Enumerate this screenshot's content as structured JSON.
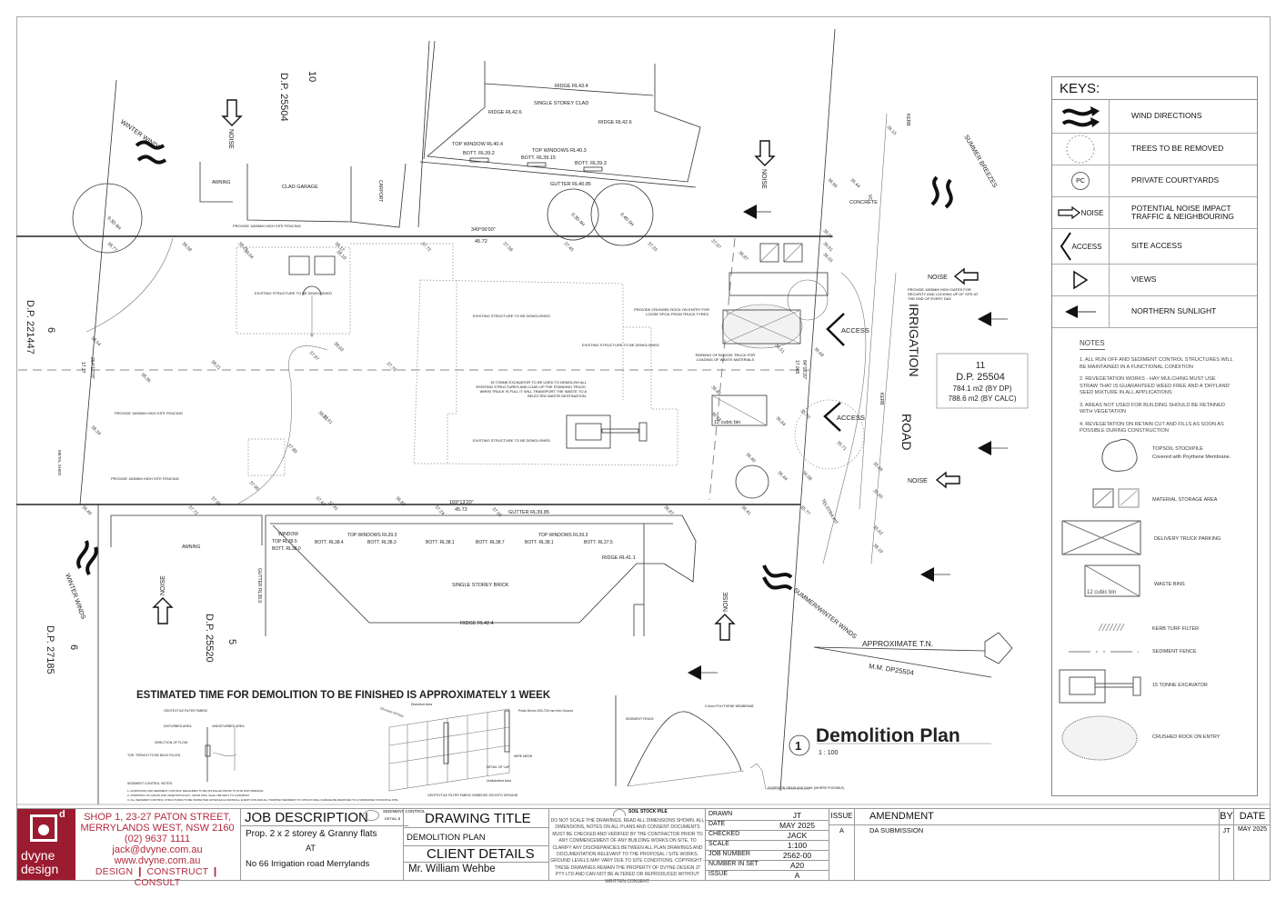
{
  "drawing": {
    "title": "Demolition Plan",
    "scale": "1 : 100",
    "detail_number": "1",
    "banner": "ESTIMATED TIME FOR DEMOLITION TO BE FINISHED IS APPROXIMATELY 1 WEEK",
    "north": {
      "label": "APPROXIMATE T.N.",
      "sub": "M.M. DP25504"
    },
    "road": {
      "line1": "IRRIGATION",
      "line2": "ROAD"
    },
    "lots": {
      "north": {
        "lot": "10",
        "dp": "D.P. 25504"
      },
      "west": {
        "lot": "6",
        "dp": "D.P. 221447"
      },
      "southwest": {
        "lot": "6",
        "dp": "D.P. 27185"
      },
      "south": {
        "lot": "5",
        "dp": "D.P. 25520"
      },
      "subject": {
        "lot": "11",
        "dp": "D.P. 25504",
        "area_dp": "784.1 m2  (BY DP)",
        "area_calc": "788.6 m2  (BY CALC)"
      }
    },
    "labels": {
      "winter_winds": "WINTER WINDS",
      "summer_breezes": "SUMMER BREEZES",
      "summer_winter_winds": "SUMMER/WINTER WINDS",
      "noise": "NOISE",
      "access": "ACCESS",
      "awning": "AWNING",
      "clad_garage": "CLAD GARAGE",
      "carport": "CARPORT",
      "concrete": "CONCRETE",
      "metal_shed": "METAL SHED",
      "single_storey_clad": "SINGLE STOREY CLAD",
      "single_storey_brick": "SINGLE STOREY BRICK",
      "ridge_43_4": "RIDGE RL43.4",
      "ridge_42_6": "RIDGE RL42.6",
      "ridge_42_4": "RIDGE RL42.4",
      "ridge_41_1": "RIDGE RL41.1",
      "gutter_40_85": "GUTTER RL40.85",
      "gutter_39_85": "GUTTER RL39.85",
      "gutter_39_9": "GUTTER RL39.9",
      "top_window_40_4": "TOP WINDOW RL40.4",
      "bott_39_2": "BOTT. RL39.2",
      "top_windows_40_3": "TOP WINDOWS RL40.3",
      "bott_39_15": "BOTT. RL39.15",
      "bott_39_3": "BOTT. RL39.3",
      "window": "WINDOW",
      "top_39_5": "TOP RL39.5",
      "bott_38_0": "BOTT. RL38.0",
      "bott_38_4": "BOTT. RL38.4",
      "top_windows_39_3": "TOP  WINDOWS  RL39.3",
      "bott_38_3": "BOTT. RL38.3",
      "bott_38_1": "BOTT. RL38.1",
      "bott_38_7": "BOTT. RL38.7",
      "bott_37_5": "BOTT. RL37.5",
      "bearing_north": "349°06'00\"",
      "bearing_south": "169°13'20\"",
      "bearing_west": "264°10'20\"",
      "bearing_east": "84°10'20\"",
      "len_45_72": "45.72",
      "len_17_27": "17.27",
      "len_17_965": "17.965",
      "existing_structure": "EXISTING STRUCTURE TO BE DEMOLISHED",
      "provide_fencing": "PROVIDE 1800MM HIGH SITE FENCING",
      "crushed_rock_note": "PROVIDE CRUSHED ROCK ON ENTRY FOR LOOSE SPOIL FROM TRUCK TYRES.",
      "truck_parking_note": "PARKING OF BOGGIE TRUCK FOR LOADING OF WASTE MATERIALS",
      "excavator_note": "15 TONNE EXCAVATOR TO BE USED TO DEMOLISH ALL EXISTING STRUCTURES AND LOAD UP THE STANDING TRUCK. WHEN TRUCK IS FULL IT WILL TRANSPORT THE WASTE TO A SELECTED WASTE DESTINATION.",
      "gates_note": "PROVIDE 1800MM HIGH GATES FOR SECURITY AND LOCKING UP OF SITE AT THE END OF EVERY DAY.",
      "bin": "12 cubic bin",
      "kerb": "KERB",
      "vc": "VC",
      "hyd": "HYD",
      "telstra_pit": "TELSTRA PIT",
      "bm": "BM CUT IN KERB RL 36.15",
      "sw_pit": "SW PIT",
      "tree_1": "0.3D 6H",
      "tree_2": "0.3D 4H",
      "tree_3": "0.4D 5H"
    },
    "spot_levels": [
      "38.77",
      "38.58",
      "38.25",
      "38.04",
      "38.12",
      "38.10",
      "37.72",
      "37.58",
      "37.45",
      "37.25",
      "37.07",
      "36.87",
      "36.55",
      "36.61",
      "36.57",
      "36.66",
      "36.44",
      "36.15",
      "38.54",
      "38.21",
      "38.36",
      "37.97",
      "37.79",
      "38.01",
      "38.03",
      "37.61",
      "38.34",
      "37.80",
      "37.90",
      "37.95",
      "37.72",
      "37.43",
      "37.41",
      "37.24",
      "37.55",
      "36.83",
      "36.87",
      "36.85",
      "36.78",
      "36.51",
      "36.68",
      "36.64",
      "36.40",
      "36.44",
      "36.08",
      "35.73",
      "35.71",
      "35.66",
      "35.65",
      "35.62",
      "38.19",
      "36.49",
      "36.41",
      "35.77"
    ],
    "details": {
      "silt_fence": {
        "labels": [
          "GEOTEXTILE FILTER FABRIC",
          "DISTURBED AREA",
          "UNDISTURBED AREA",
          "DIRECTION OF FLOW",
          "TOE: TRENCH TO BE BACK FILLED",
          "100",
          "200",
          "500 min",
          "POSTS DRIVEN 500-700 INTO GROUND"
        ],
        "notes_title": "SEDIMENT CONTROL NOTES:",
        "notes": [
          "1- All EROSION AND SEDIMENT CONTROL MEASURES TO BE INSTALLED PRIOR TO SITE DISTURBANCE.",
          "2- STRIPPING OF GRASS AND VEGETATION ETC. FROM SITE, SHALL BE KEPT TO A MINIMUM.",
          "3- ALL SEDIMENT CONTROL STRUCTURES TO BE INSPECTED AFTER EACH RAINFALL EVENT FOR AND ALL TRAPPED SEDIMENT TO STRUCTURAL DAMAGE BE REMOVED TO A NOMINATED STOCKPILE SITE."
        ]
      },
      "wire_fence": {
        "labels": [
          "Disturbed Area",
          "Direction Of Flow",
          "2000 MAX.",
          "Posts Driven 500-700 mm Into Ground",
          "WIRE MESH",
          "DETAIL OF LAP",
          "Undisturbed Area",
          "GEOTEXTILE FILTER FABRIC EMBEDED 200 INTO GROUND",
          "MIN. 150",
          "200"
        ]
      },
      "stockpile": {
        "labels": [
          "SEDIMENT FENCE",
          "0.2mm POLYTHENE MEMBRANE",
          "100mm Dp",
          "DIVERSION DRAIN AND BANK (WHERE POSSIBLE)"
        ]
      }
    }
  },
  "keys": {
    "title": "KEYS:",
    "items": [
      {
        "icon": "wind-directions-icon",
        "label": "WIND DIRECTIONS"
      },
      {
        "icon": "tree-removed-icon",
        "label": "TREES TO BE REMOVED"
      },
      {
        "icon": "private-courtyard-icon",
        "symbol": "PC",
        "label": "PRIVATE COURTYARDS"
      },
      {
        "icon": "noise-arrow-icon",
        "symbol": "NOISE",
        "label": "POTENTIAL NOISE IMPACT TRAFFIC & NEIGHBOURING"
      },
      {
        "icon": "site-access-icon",
        "symbol": "ACCESS",
        "label": "SITE ACCESS"
      },
      {
        "icon": "views-icon",
        "label": "VIEWS"
      },
      {
        "icon": "northern-sunlight-icon",
        "label": "NORTHERN SUNLIGHT"
      }
    ],
    "notes_title": "NOTES",
    "notes": [
      "1. ALL RUN OFF AND SEDIMENT CONTROL STRUCTURES WILL BE MAINTAINED IN A FUNCTIONAL CONDITION",
      "2. REVEGETATION WORKS - HAY MULCHING MUST USE STRAW THAT IS GUARANTEED WEED FREE AND A 'DRYLAND' SEED MIXTURE IN ALL APPLICATIONS",
      "3. AREAS NOT USED FOR BUILDING SHOULD BE RETAINED WITH VEGETATION",
      "4. REVEGETATION ON RETAIN CUT AND FILLS AS SOON AS POSSIBLE DURING CONSTRUCTION"
    ],
    "legend": [
      {
        "icon": "topsoil-stockpile-icon",
        "label": "TOPSOIL STOCKPILE",
        "sub": "Covered with Poythene Membrane."
      },
      {
        "icon": "material-storage-icon",
        "label": "MATERIAL STORAGE AREA"
      },
      {
        "icon": "delivery-truck-parking-icon",
        "label": "DELIVERY TRUCK PARKING"
      },
      {
        "icon": "waste-bin-icon",
        "symbol": "12 cubic bin",
        "label": "WASTE BINS"
      },
      {
        "icon": "kerb-turf-filter-icon",
        "label": "KERB TURF FILTER"
      },
      {
        "icon": "sediment-fence-icon",
        "label": "SEDIMENT FENCE"
      },
      {
        "icon": "excavator-icon",
        "label": "15 TONNE EXCAVATOR"
      },
      {
        "icon": "crushed-rock-icon",
        "label": "CRUSHED ROCK ON ENTRY"
      }
    ]
  },
  "title_block": {
    "company": {
      "line1": "dvyne",
      "line2": "design",
      "mark": "d"
    },
    "address": [
      "SHOP 1, 23-27 PATON STREET,",
      "MERRYLANDS WEST, NSW 2160",
      "(02) 9637 1111",
      "jack@dvyne.com.au",
      "www.dvyne.com.au"
    ],
    "tagline": "DESIGN ❙  CONSTRUCT ❙ CONSULT",
    "job_description_label": "JOB DESCRIPTION",
    "job_description": [
      "Prop. 2 x 2 storey & Granny flats",
      "AT",
      "No 66 Irrigation road Merrylands"
    ],
    "sediment_tag": "SEDIMENT CONTROL",
    "detail_tag": "DETAIL B",
    "drawing_title_label": "DRAWING TITLE",
    "drawing_title": "DEMOLITION PLAN",
    "client_label": "CLIENT DETAILS",
    "client": "Mr. William Wehbe",
    "soil_tag": "SOIL STOCK PILE",
    "disclaimer": "DO NOT SCALE THE DRAWINGS, READ ALL DIMENSIONS SHOWN. ALL DIMENSIONS, NOTES ON ALL PLANS AND CONSENT DOCUMENTS MUST BE CHECKED AND VERIFIED BY THE CONTRACTOR PRIOR TO ANY COMMENCEMENT OF ANY BUILDING WORKS ON SITE, TO CLARIFY ANY DISCREPANCIES BETWEEN ALL PLAN DRAWINGS AND DOCUMENTATION RELEVANT TO THE PROPOSAL / SITE WORKS. GROUND LEVELS MAY VARY DUE TO SITE CONDITIONS.  COPYRIGHT - THESE DRAWINGS REMAIN THE PROPERTY OF DVYNE DESIGN JT PTY LTD AND CAN NOT BE ALTERED OR REPRODUCED WITHOUT WRITTEN CONSENT.",
    "meta": [
      {
        "label": "DRAWN",
        "value": "JT"
      },
      {
        "label": "DATE",
        "value": "MAY 2025"
      },
      {
        "label": "CHECKED",
        "value": "JACK"
      },
      {
        "label": "SCALE",
        "value": "1:100"
      },
      {
        "label": "JOB NUMBER",
        "value": "2562-00"
      },
      {
        "label": "NUMBER IN SET",
        "value": "A20"
      },
      {
        "label": "ISSUE",
        "value": "A"
      }
    ],
    "amendments": {
      "headers": {
        "issue": "ISSUE",
        "amendment": "AMENDMENT",
        "by": "BY",
        "date": "DATE"
      },
      "rows": [
        {
          "issue": "A",
          "amendment": "DA SUBMISSION",
          "by": "JT",
          "date": "MAY 2025"
        }
      ]
    }
  }
}
